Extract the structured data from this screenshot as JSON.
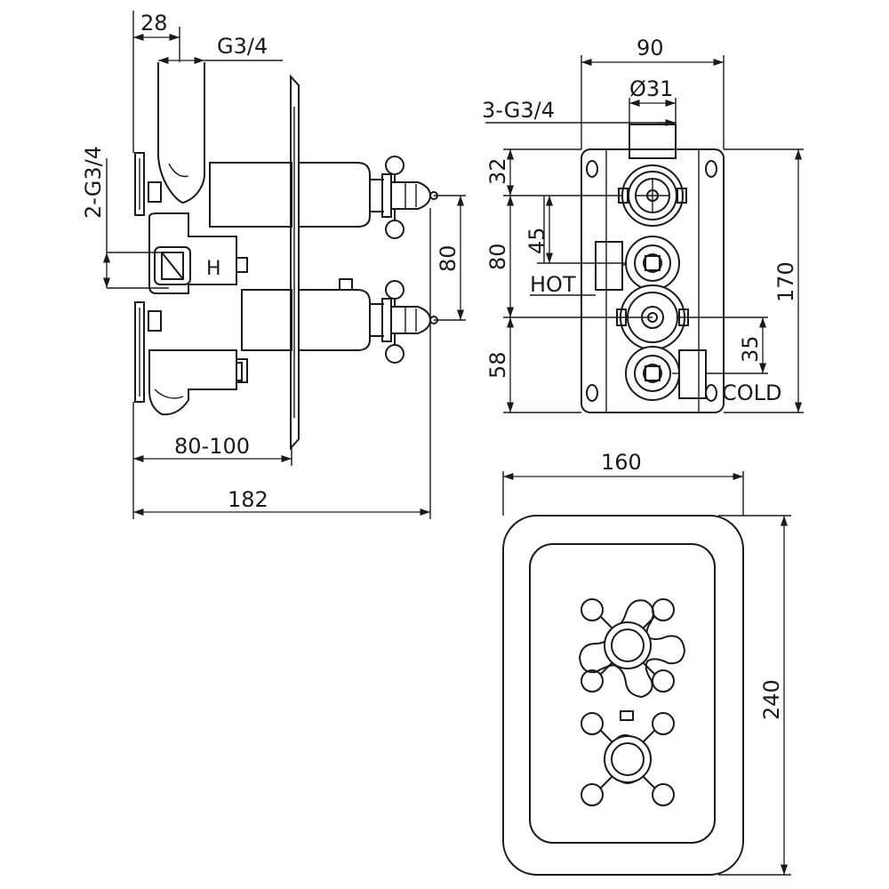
{
  "side_view": {
    "dim_top_offset": "28",
    "dim_outlet_thread": "G3/4",
    "dim_inlet_thread": "2-G3/4",
    "dim_handle_spacing": "80",
    "dim_depth_range": "80-100",
    "dim_total_depth": "182",
    "hot_marker": "H"
  },
  "front_view": {
    "dim_body_width": "90",
    "dim_port_diameter": "Ø31",
    "dim_body_threads": "3-G3/4",
    "dim_top": "32",
    "dim_inner_45": "45",
    "dim_middle": "80",
    "dim_bottom": "58",
    "dim_inner_35": "35",
    "dim_height": "170",
    "hot_label": "HOT",
    "cold_label": "COLD"
  },
  "plate_view": {
    "dim_width": "160",
    "dim_height": "240"
  }
}
